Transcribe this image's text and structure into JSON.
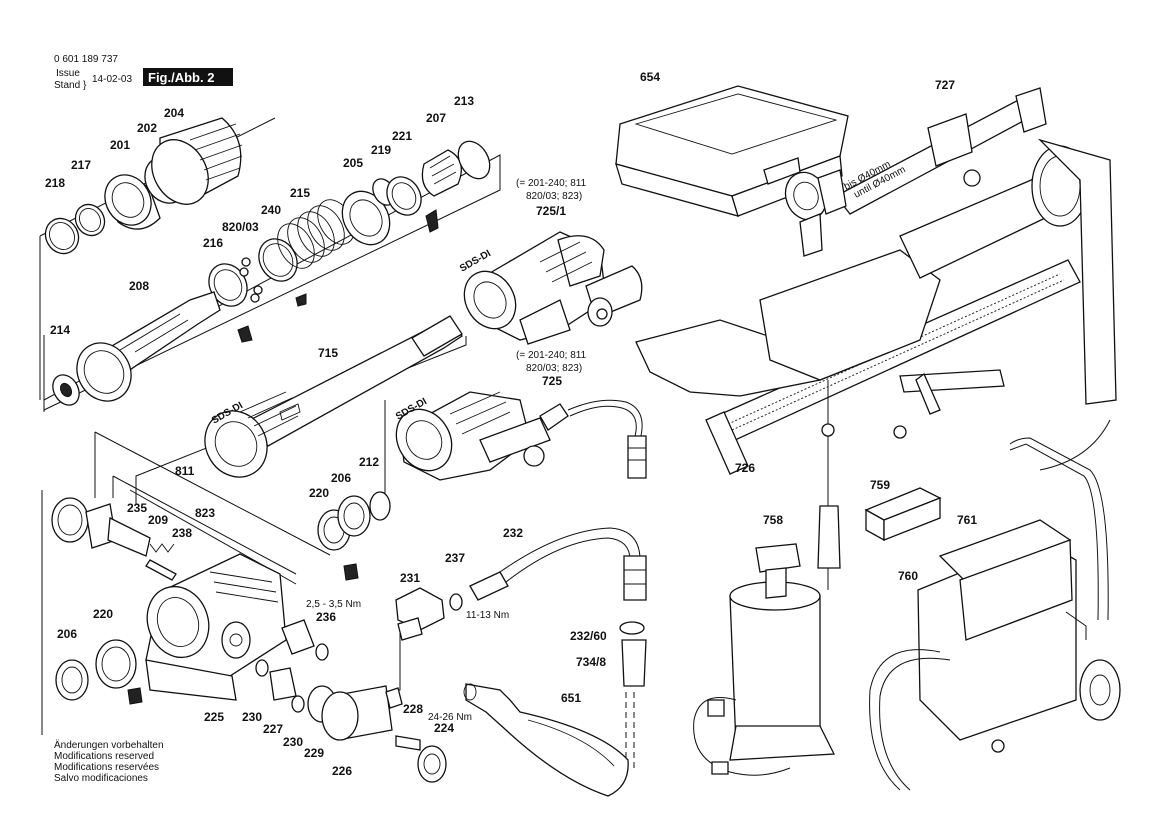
{
  "header": {
    "doc_number": "0 601 189 737",
    "issue_label": "Issue",
    "stand_label": "Stand",
    "date": "14-02-03",
    "figure": "Fig./Abb. 2"
  },
  "footer_notes": [
    "Änderungen vorbehalten",
    "Modifications reserved",
    "Modifications reservées",
    "Salvo modificaciones"
  ],
  "brand_marks": {
    "sds": "SDS-DI"
  },
  "group_notes": {
    "g725_1": [
      "(= 201-240; 811",
      "820/03; 823)",
      "725/1"
    ],
    "g725": [
      "(= 201-240; 811",
      "820/03; 823)",
      "725"
    ]
  },
  "travel_range": [
    "bis Ø40mm",
    "until Ø40mm"
  ],
  "torques": [
    "2,5 - 3,5 Nm",
    "11-13 Nm",
    "24-26 Nm"
  ],
  "part_labels": [
    "218",
    "217",
    "201",
    "202",
    "204",
    "216",
    "820/03",
    "240",
    "215",
    "205",
    "219",
    "221",
    "207",
    "213",
    "208",
    "214",
    "715",
    "811",
    "235",
    "209",
    "823",
    "238",
    "220",
    "206",
    "212",
    "236",
    "225",
    "230",
    "227",
    "229",
    "226",
    "231",
    "237",
    "232",
    "232/60",
    "734/8",
    "228",
    "224",
    "651",
    "654",
    "727",
    "726",
    "758",
    "759",
    "761",
    "760",
    "206",
    "220",
    "230"
  ]
}
